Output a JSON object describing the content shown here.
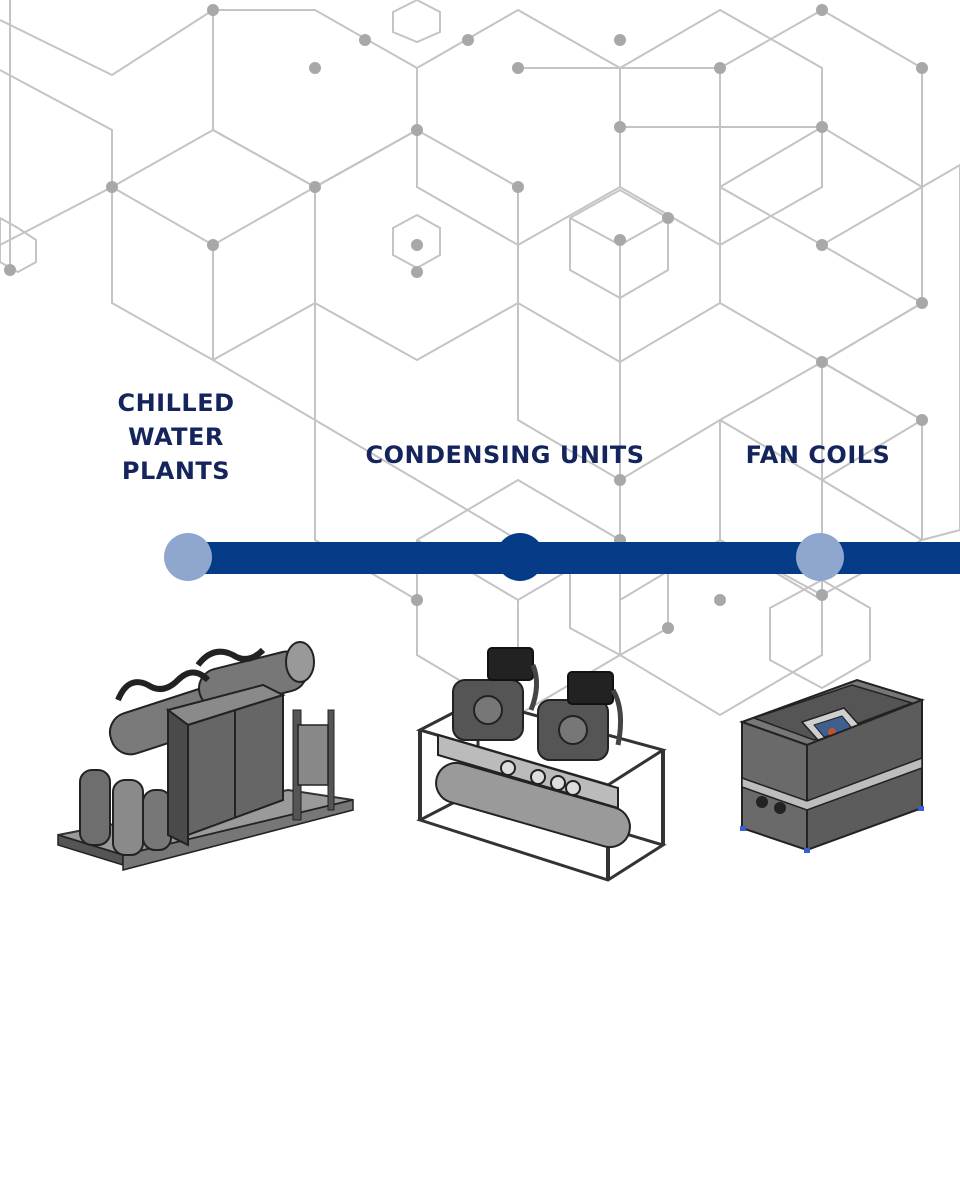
{
  "labels": {
    "chilled_water_plants": [
      "CHILLED",
      "WATER",
      "PLANTS"
    ],
    "condensing_units": "CONDENSING UNITS",
    "fan_coils": "FAN COILS"
  },
  "colors": {
    "label_text": "#14245c",
    "timeline_bar": "#063b87",
    "node_light": "#8fa6cf",
    "node_dark": "#063b87",
    "hex_lines": "#c4c4c4"
  },
  "icons": {
    "chilled_water_plant": "chiller-unit-drawing",
    "condensing_unit": "condensing-unit-drawing",
    "fan_coil": "fan-coil-drawing"
  }
}
